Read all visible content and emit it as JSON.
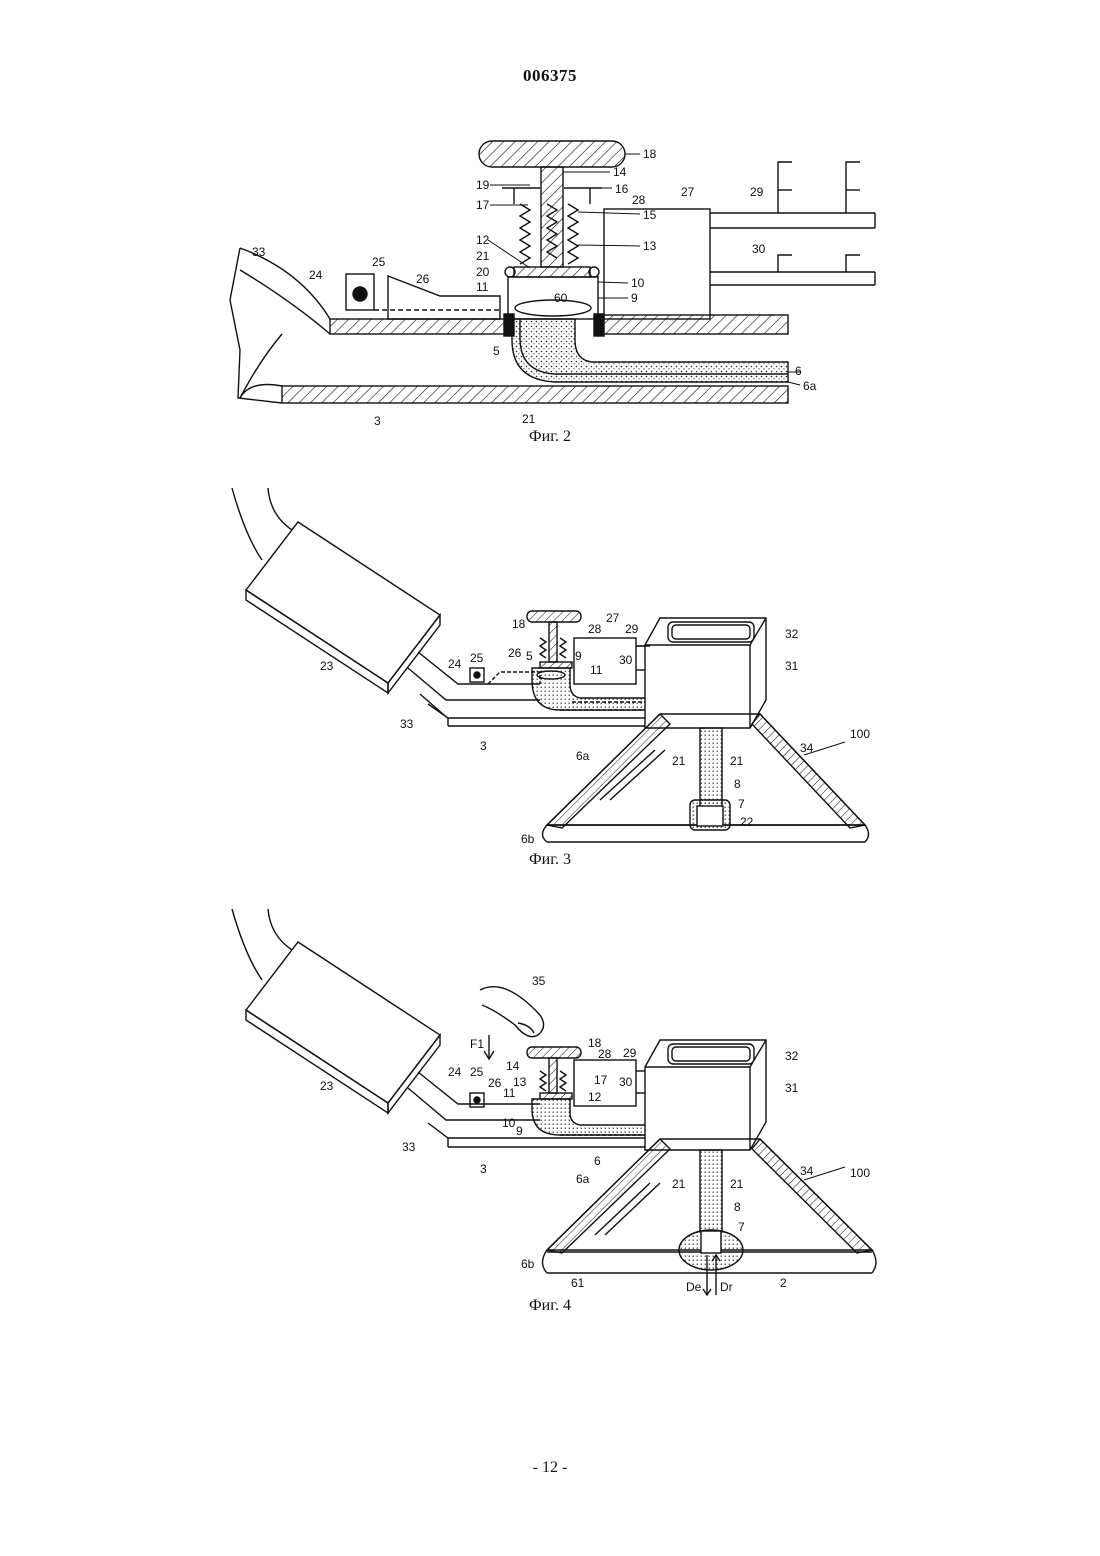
{
  "header": {
    "document_number": "006375"
  },
  "figures": [
    {
      "caption": "Фиг. 2",
      "labels": {
        "l18": "18",
        "l14": "14",
        "l19": "19",
        "l16": "16",
        "l28": "28",
        "l27": "27",
        "l29": "29",
        "l17": "17",
        "l15": "15",
        "l13": "13",
        "l12": "12",
        "l21a": "21",
        "l20": "20",
        "l10": "10",
        "l11": "11",
        "l60": "60",
        "l9": "9",
        "l33": "33",
        "l24": "24",
        "l25": "25",
        "l26": "26",
        "l30": "30",
        "l5": "5",
        "l6": "6",
        "l6a": "6a",
        "l3": "3",
        "l21b": "21"
      }
    },
    {
      "caption": "Фиг. 3",
      "labels": {
        "l23": "23",
        "l24": "24",
        "l25": "25",
        "l26": "26",
        "l33": "33",
        "l3": "3",
        "l18": "18",
        "l28": "28",
        "l27": "27",
        "l29": "29",
        "l30": "30",
        "l5": "5",
        "l9": "9",
        "l11": "11",
        "l32": "32",
        "l31": "31",
        "l34": "34",
        "l100": "100",
        "l6a": "6a",
        "l21a": "21",
        "l21b": "21",
        "l8": "8",
        "l7": "7",
        "l22": "22",
        "l6b": "6b"
      }
    },
    {
      "caption": "Фиг. 4",
      "labels": {
        "l35": "35",
        "lF1": "F1",
        "l18": "18",
        "l28": "28",
        "l29": "29",
        "l14": "14",
        "l13": "13",
        "l17": "17",
        "l30": "30",
        "l23": "23",
        "l24": "24",
        "l25": "25",
        "l26": "26",
        "l11": "11",
        "l12": "12",
        "l10": "10",
        "l9": "9",
        "l33": "33",
        "l3": "3",
        "l6": "6",
        "l32": "32",
        "l31": "31",
        "l34": "34",
        "l100": "100",
        "l6a": "6a",
        "l21a": "21",
        "l21b": "21",
        "l8": "8",
        "l7": "7",
        "l6b": "6b",
        "l61": "61",
        "lDe": "De",
        "lDr": "Dr",
        "l2": "2"
      }
    }
  ],
  "footer": {
    "page_number": "- 12 -"
  }
}
